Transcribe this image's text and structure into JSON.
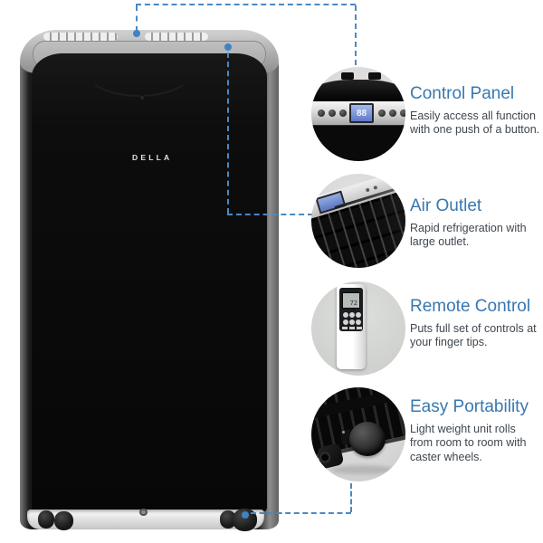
{
  "brand": "DELLA",
  "control_panel_display": "88",
  "remote_display": "72",
  "features": [
    {
      "title": "Control Panel",
      "lines": [
        "Easily access all function",
        "with one push of a button."
      ]
    },
    {
      "title": "Air Outlet",
      "lines": [
        "Rapid refrigeration with",
        "large outlet."
      ]
    },
    {
      "title": "Remote Control",
      "lines": [
        "Puts full set of controls at",
        "your finger tips."
      ]
    },
    {
      "title": "Easy Portability",
      "lines": [
        "Light weight unit rolls",
        "from room to room with",
        "caster wheels."
      ]
    }
  ],
  "colors": {
    "accent_blue": "#3878b0",
    "connector_blue": "#4a89c4",
    "body_text": "#3f464e",
    "inset_circle_gray": "#d5d5d5",
    "unit_black": "#0a0a0a"
  }
}
